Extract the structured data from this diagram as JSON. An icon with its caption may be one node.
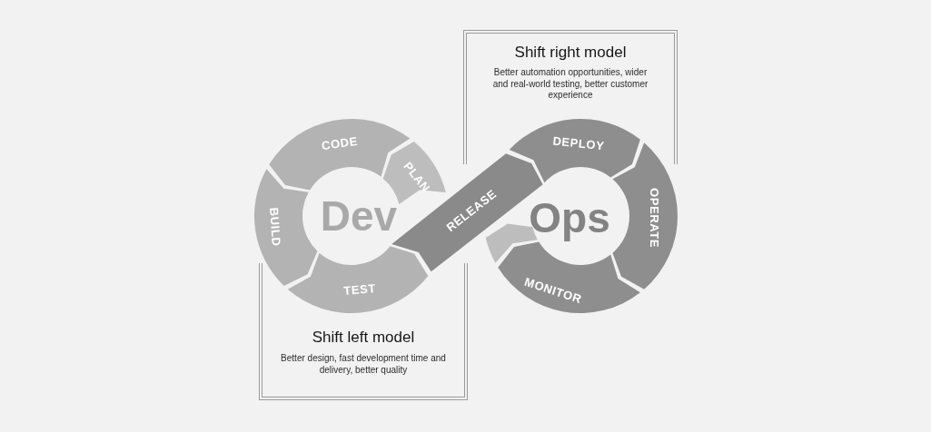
{
  "diagram": {
    "nodes": [
      {
        "text": [
          "PLAN"
        ]
      },
      {
        "text": [
          "CODE"
        ]
      },
      {
        "text": [
          "BUILD"
        ]
      },
      {
        "text": [
          "TEST"
        ]
      },
      {
        "text": [
          "RELEASE"
        ]
      },
      {
        "text": [
          "DEPLOY"
        ]
      },
      {
        "text": [
          "OPERATE"
        ]
      },
      {
        "text": [
          "MONITOR"
        ]
      },
      {
        "text": [],
        "shape": "chevron"
      },
      {
        "text": [
          "Shift right model",
          "Better automation opportunities, wider and real-world testing, better customer experience"
        ]
      },
      {
        "text": [
          "Shift left model",
          "Better design, fast development time and delivery, better quality"
        ]
      }
    ],
    "labels": [
      "Dev",
      "Ops"
    ]
  }
}
